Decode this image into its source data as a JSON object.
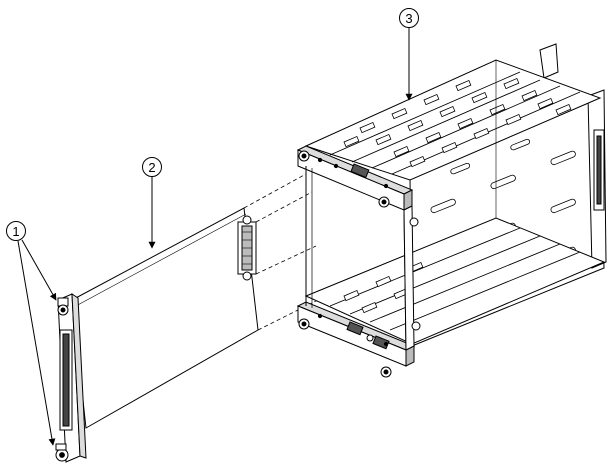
{
  "figure": {
    "description_colors": {
      "line": "#000000",
      "fill": "#ffffff",
      "shade": "#d9d9d9"
    },
    "callouts": [
      {
        "id": "1",
        "label": "1"
      },
      {
        "id": "2",
        "label": "2"
      },
      {
        "id": "3",
        "label": "3"
      }
    ]
  }
}
